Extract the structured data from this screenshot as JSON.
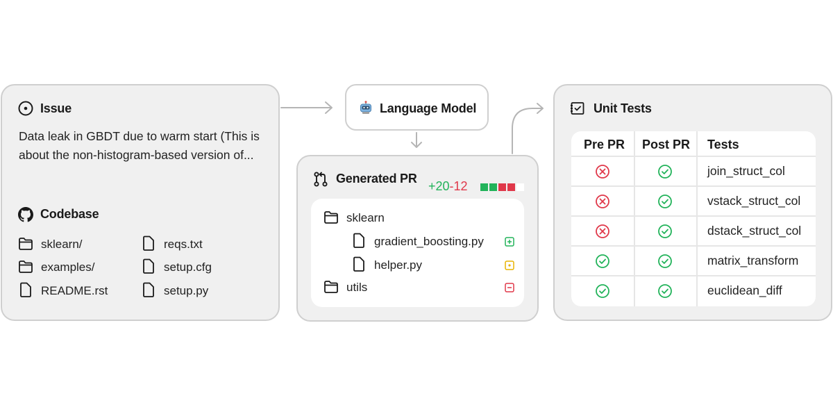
{
  "issue": {
    "title": "Issue",
    "description": "Data leak in GBDT due to warm start (This is about the non-histogram-based version of...",
    "codebase_title": "Codebase",
    "files_col1": [
      "sklearn/",
      "examples/",
      "README.rst"
    ],
    "files_col2": [
      "reqs.txt",
      "setup.cfg",
      "setup.py"
    ]
  },
  "language_model": {
    "label": "Language Model",
    "icon": "robot-icon"
  },
  "generated_pr": {
    "title": "Generated PR",
    "additions": "+20",
    "deletions": "-12",
    "diff_bar": [
      "added",
      "added",
      "removed",
      "removed",
      "neutral"
    ],
    "tree": [
      {
        "name": "sklearn",
        "type": "folder",
        "status": ""
      },
      {
        "name": "gradient_boosting.py",
        "type": "file",
        "status": "added"
      },
      {
        "name": "helper.py",
        "type": "file",
        "status": "modified"
      },
      {
        "name": "utils",
        "type": "folder",
        "status": "removed"
      }
    ]
  },
  "unit_tests": {
    "title": "Unit Tests",
    "headers": [
      "Pre PR",
      "Post PR",
      "Tests"
    ],
    "rows": [
      {
        "pre": "fail",
        "post": "pass",
        "test": "join_struct_col"
      },
      {
        "pre": "fail",
        "post": "pass",
        "test": "vstack_struct_col"
      },
      {
        "pre": "fail",
        "post": "pass",
        "test": "dstack_struct_col"
      },
      {
        "pre": "pass",
        "post": "pass",
        "test": "matrix_transform"
      },
      {
        "pre": "pass",
        "post": "pass",
        "test": "euclidean_diff"
      }
    ]
  },
  "colors": {
    "pass": "#22b35a",
    "fail": "#e0384a",
    "modified": "#e8b400",
    "neutral": "#eeeeee",
    "panel_bg": "#f0f0f0",
    "border": "#cfcfcf",
    "arrow": "#b5b5b5"
  }
}
